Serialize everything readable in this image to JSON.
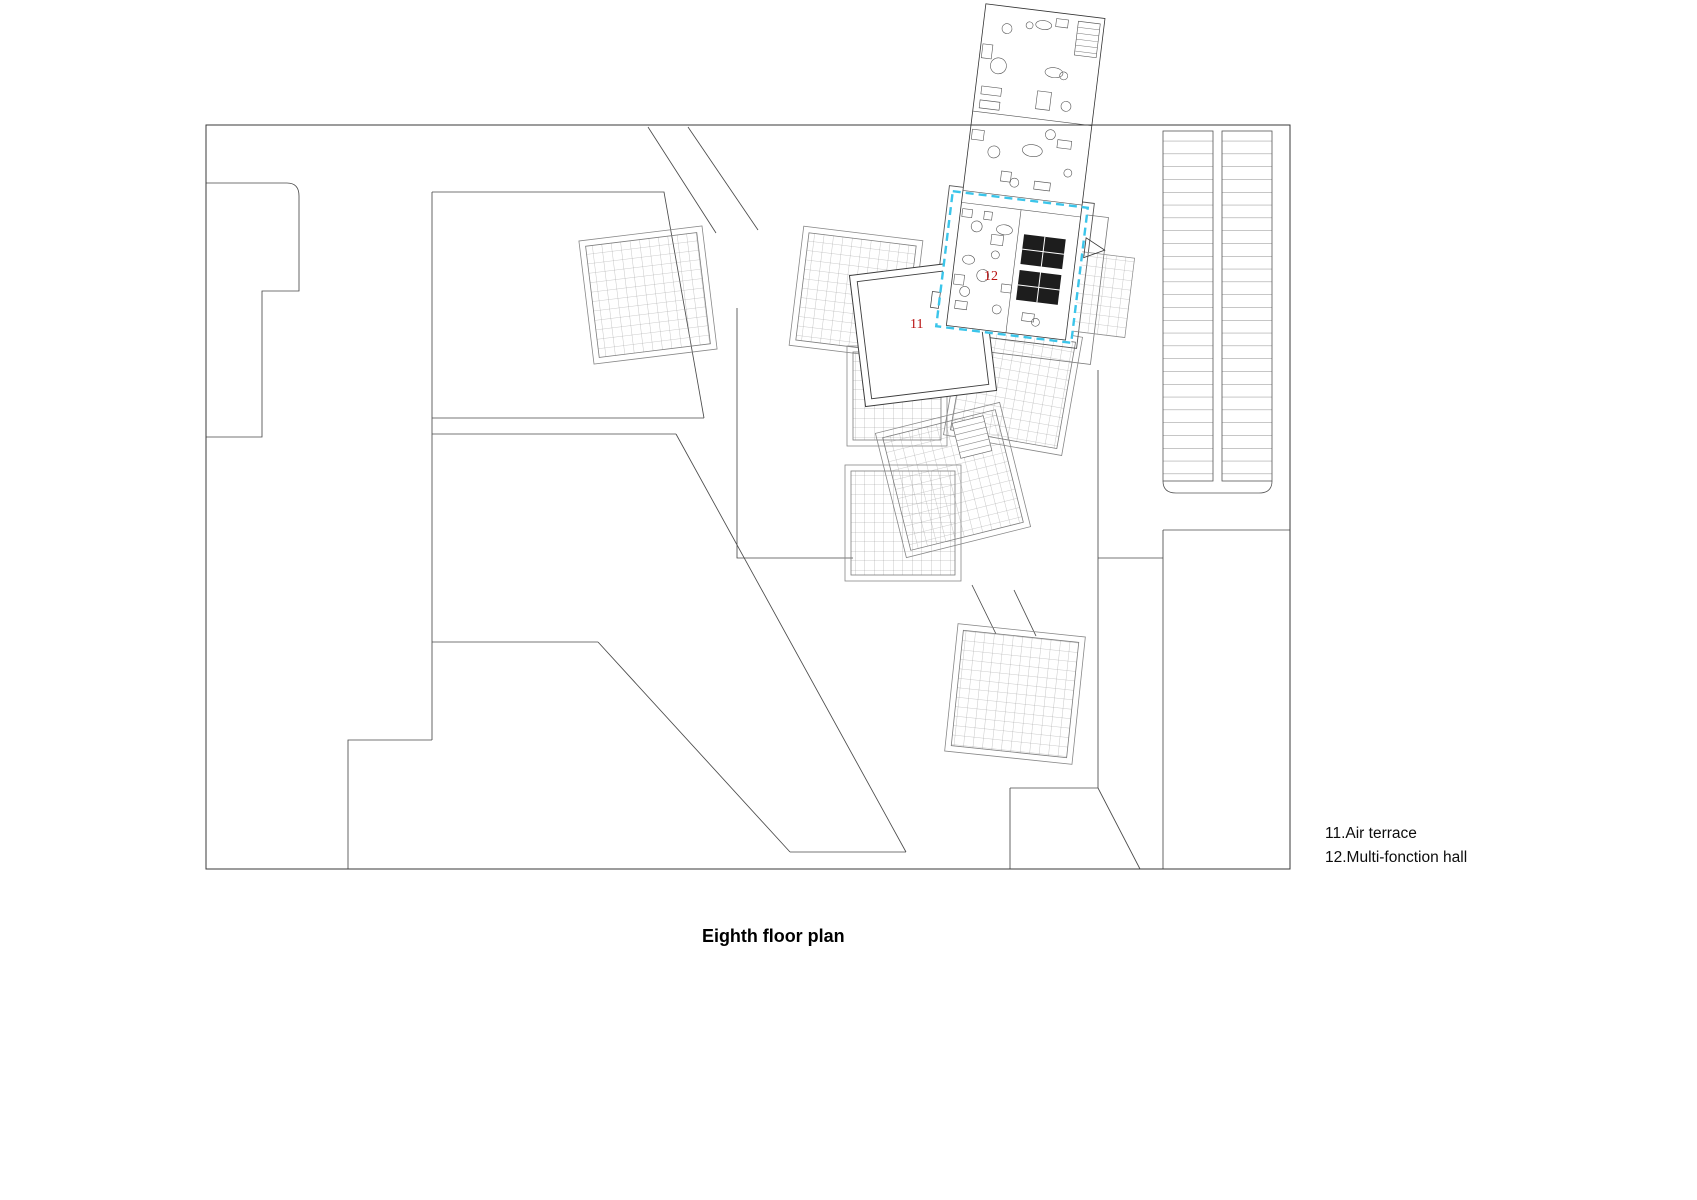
{
  "title": {
    "text": "Eighth floor plan"
  },
  "legend": {
    "items": [
      {
        "text": "11.Air terrace"
      },
      {
        "text": "12.Multi-fonction hall"
      }
    ]
  },
  "plan": {
    "labels": [
      {
        "id": "11",
        "text": "11"
      },
      {
        "id": "12",
        "text": "12"
      }
    ],
    "colors": {
      "highlight": "#3bc5ea",
      "label": "#b81110",
      "line": "#4a4a4a",
      "grid": "#9a9a9a"
    }
  }
}
